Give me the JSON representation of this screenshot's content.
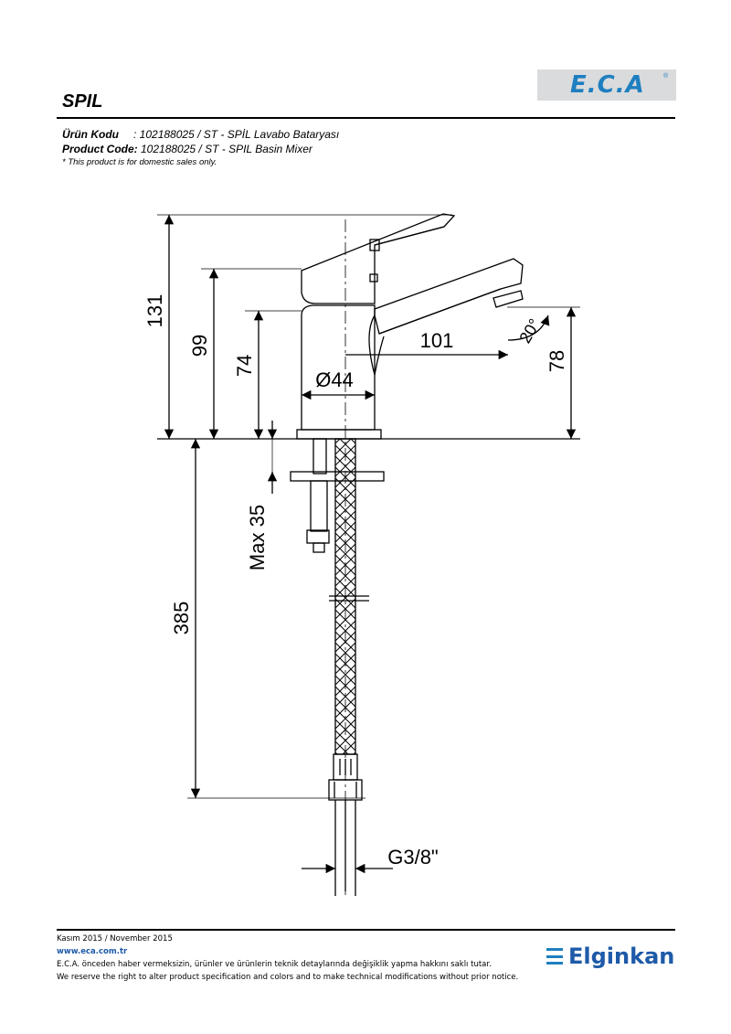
{
  "brand": {
    "logo_text": "E.C.A",
    "registered_mark": "®",
    "footer_brand": "Elginkan"
  },
  "product": {
    "name": "SPIL",
    "code_label_tr": "Ürün Kodu",
    "code_value_tr": ": 102188025 / ST - SPİL Lavabo Bataryası",
    "code_label_en": "Product Code:",
    "code_value_en": " 102188025 / ST - SPIL Basin Mixer",
    "note": "* This product is for domestic sales only."
  },
  "drawing": {
    "dimensions": {
      "total_height": "131",
      "lever_height": "99",
      "body_height": "74",
      "spout_reach": "101",
      "spout_height": "78",
      "body_diameter": "Ø44",
      "angle": "20°",
      "max_thickness": "Max 35",
      "hose_length": "385",
      "thread": "G3/8\""
    }
  },
  "footer": {
    "date": "Kasım 2015 / November 2015",
    "url": "www.eca.com.tr",
    "disclaimer_tr": "E.C.A. önceden haber vermeksizin, ürünler ve ürünlerin teknik detaylarında değişiklik yapma hakkını saklı tutar.",
    "disclaimer_en": "We reserve the right to alter product specification and colors and to make technical modifications without prior notice."
  }
}
